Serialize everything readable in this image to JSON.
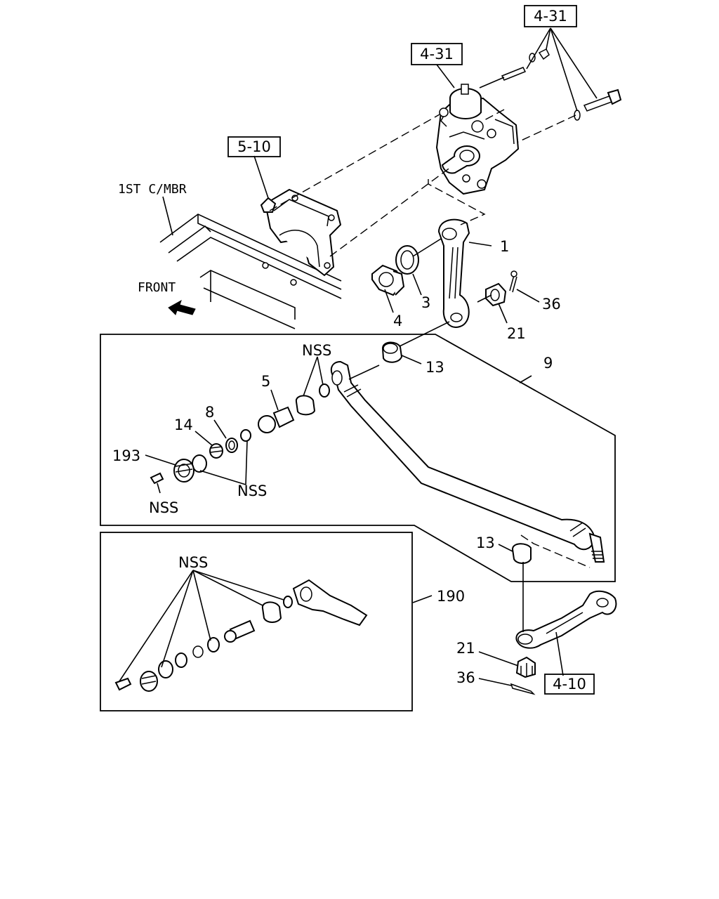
{
  "ref_boxes": {
    "ref_4_31_top": "4-31",
    "ref_4_31_gear": "4-31",
    "ref_5_10": "5-10",
    "ref_4_10": "4-10"
  },
  "labels": {
    "frame_member": "1ST C/MBR",
    "front": "FRONT",
    "p1": "1",
    "p3": "3",
    "p4": "4",
    "p36_upper": "36",
    "p21_upper": "21",
    "p9": "9",
    "p13_upper": "13",
    "nss_upper": "NSS",
    "p5": "5",
    "p8": "8",
    "p14": "14",
    "p193": "193",
    "nss_mid": "NSS",
    "nss_bottom": "NSS",
    "p13_lower": "13",
    "nss_kit": "NSS",
    "p190": "190",
    "p21_lower": "21",
    "p36_lower": "36"
  }
}
